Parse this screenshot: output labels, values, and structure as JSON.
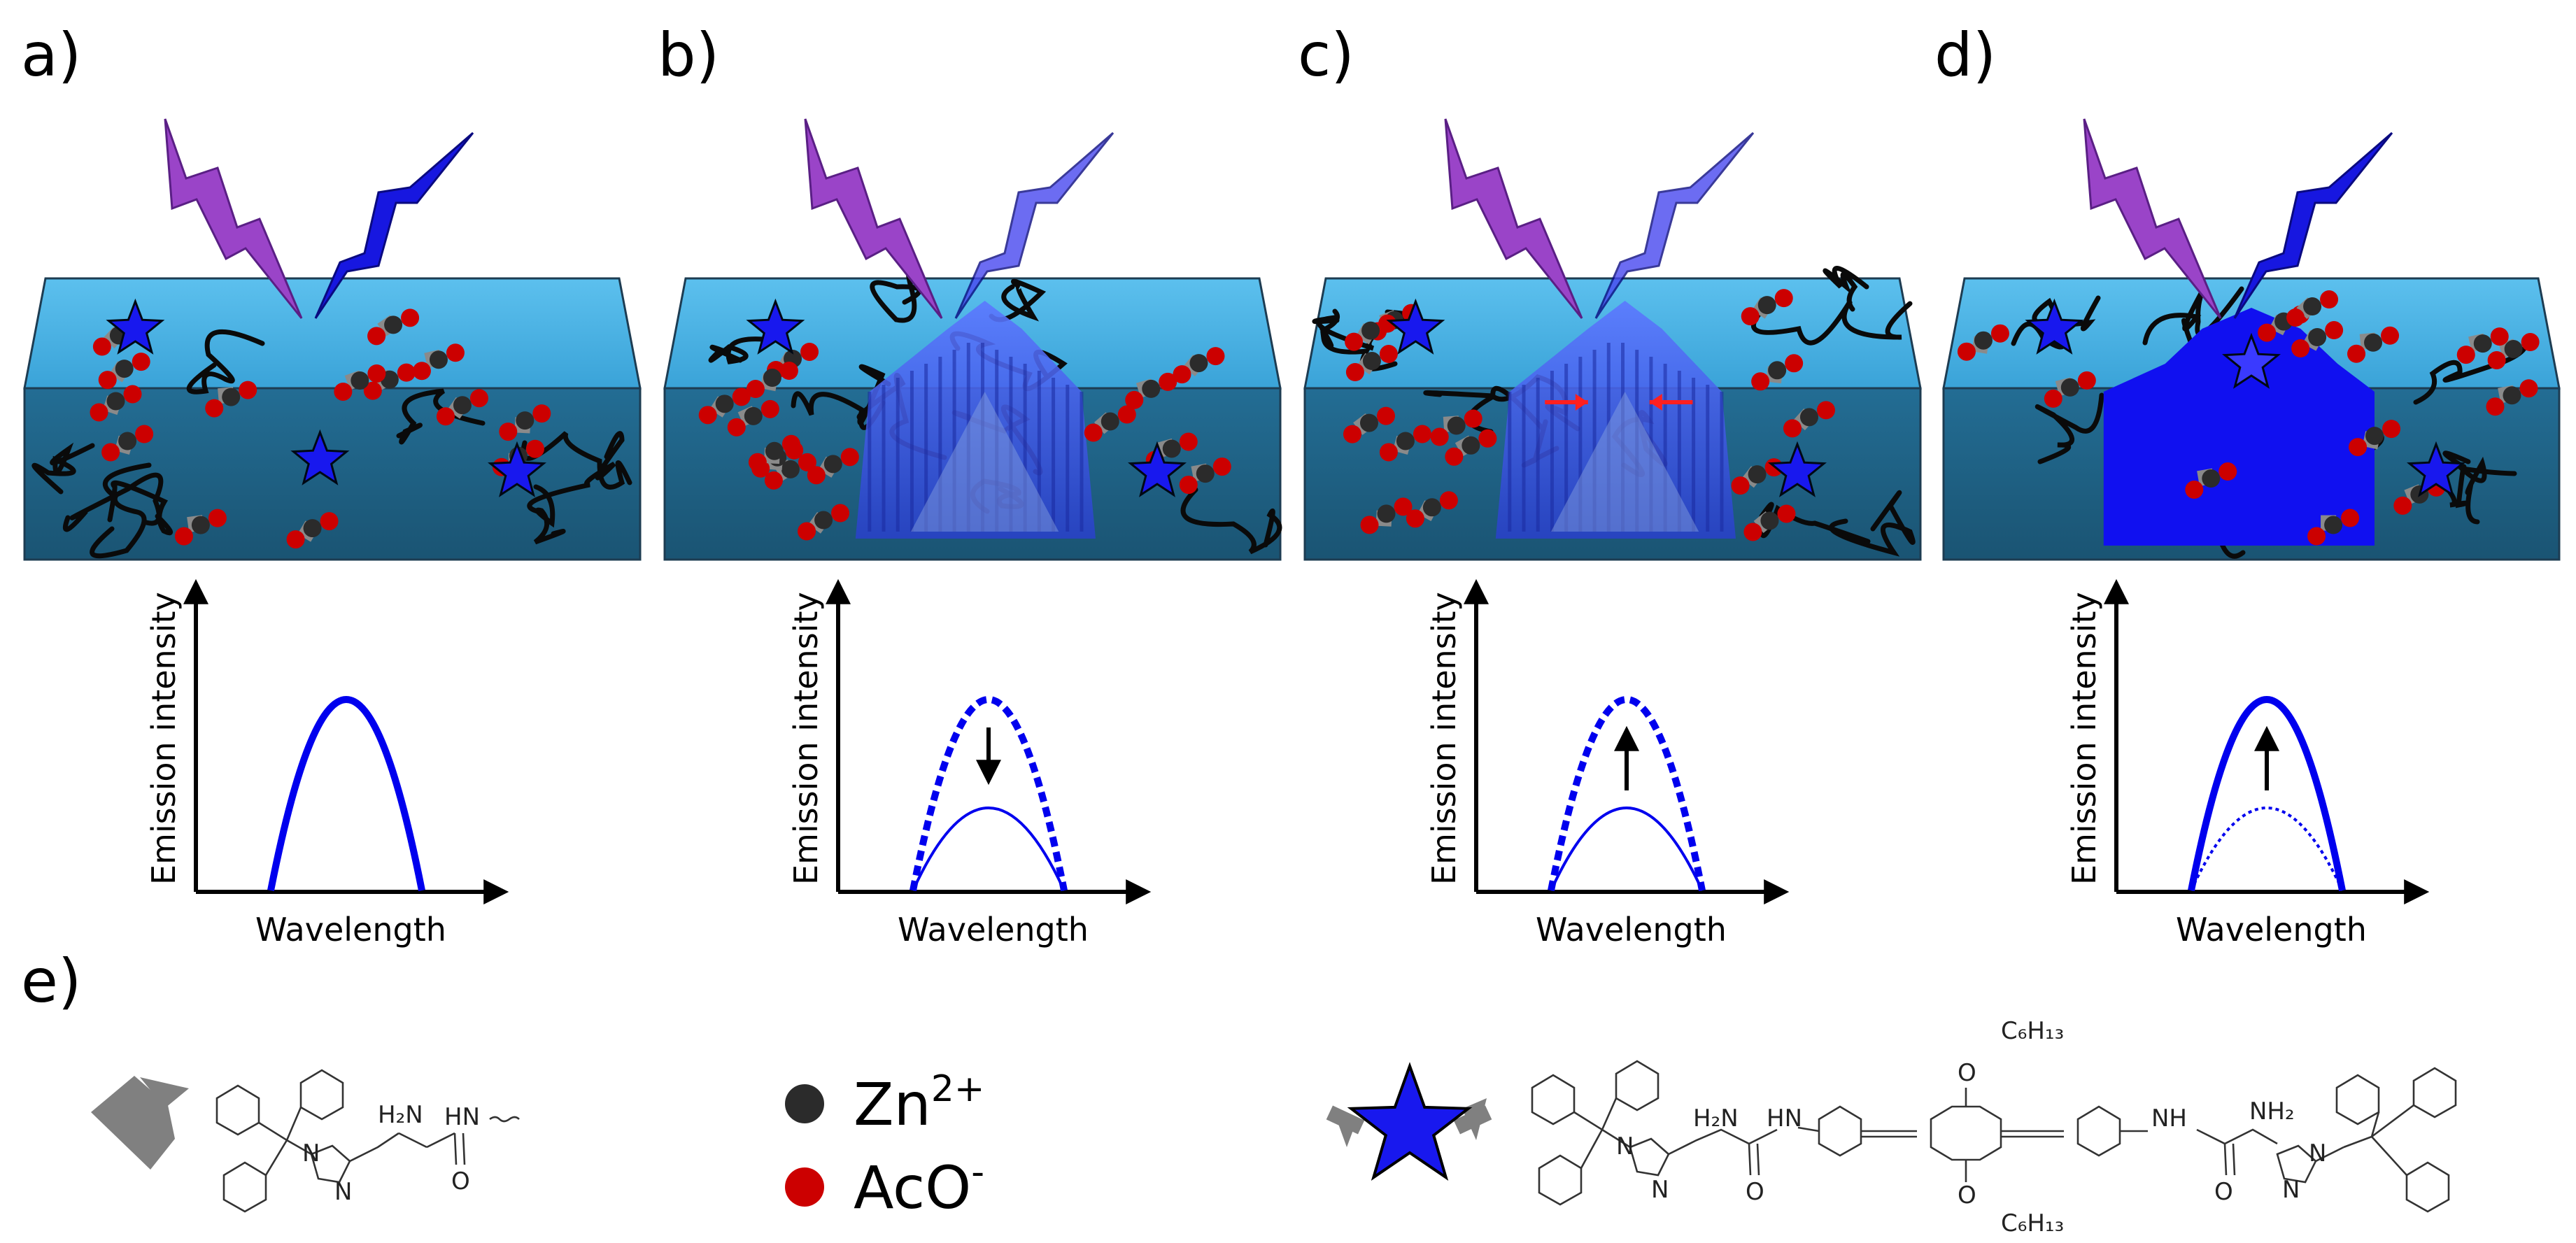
{
  "panels": [
    {
      "label": "a)",
      "curve": "solid-high"
    },
    {
      "label": "b)",
      "curve": "quenched"
    },
    {
      "label": "c)",
      "curve": "recovery"
    },
    {
      "label": "d)",
      "curve": "enhanced"
    }
  ],
  "plot": {
    "ylabel": "Emission intensity",
    "xlabel": "Wavelength"
  },
  "legend": {
    "label": "e)",
    "zn_label": "Zn",
    "zn_charge": "2+",
    "aco_label": "AcO",
    "aco_charge": "-"
  },
  "chem_left": {
    "amine": "H₂N",
    "amide": "HN",
    "oxygen": "O",
    "imid_n1": "N",
    "imid_n2": "N"
  },
  "chem_right": {
    "left_amine": "H₂N",
    "left_amide": "HN",
    "left_o": "O",
    "left_n1": "N",
    "left_n2": "N",
    "c6h13_top": "C₆H₁₃",
    "c6h13_bottom": "C₆H₁₃",
    "o_top": "O",
    "o_bottom": "O",
    "right_amide": "NH",
    "right_amine": "NH₂",
    "right_o": "O",
    "right_n1": "N",
    "right_n2": "N"
  },
  "colors": {
    "gel_top": "#44aee2",
    "gel_front": "#1f6185",
    "star": "#1818ee",
    "zn": "#2b2b2b",
    "aco": "#cc0000",
    "linker": "#8a8a8a",
    "bolt_purple": "#9a44c8",
    "bolt_blue": "#1717e0",
    "curve": "#0000ee",
    "arrow_red": "#ff2020"
  }
}
